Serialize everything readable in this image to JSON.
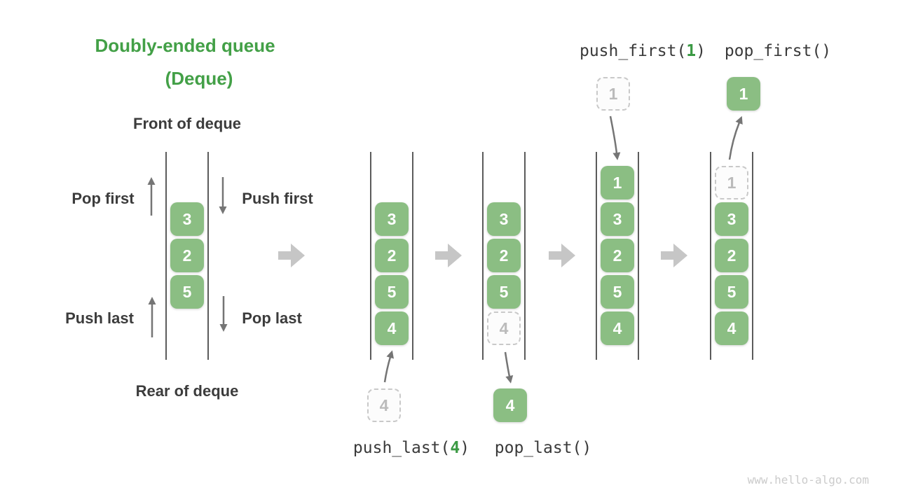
{
  "title": {
    "line1": "Doubly-ended queue",
    "line2": "(Deque)"
  },
  "side_labels": {
    "front": "Front of deque",
    "rear": "Rear of deque"
  },
  "op_labels": {
    "pop_first": "Pop first",
    "push_first": "Push first",
    "push_last": "Push last",
    "pop_last": "Pop last"
  },
  "code_labels": {
    "push_last": {
      "pre": "push_last(",
      "arg": "4",
      "post": ")"
    },
    "pop_last": {
      "pre": "pop_last()",
      "arg": "",
      "post": ""
    },
    "push_first": {
      "pre": "push_first(",
      "arg": "1",
      "post": ")"
    },
    "pop_first": {
      "pre": "pop_first()",
      "arg": "",
      "post": ""
    }
  },
  "queues": {
    "left": {
      "cells": [
        "3",
        "2",
        "5"
      ]
    },
    "after_push_last": {
      "cells": [
        "3",
        "2",
        "5",
        "4"
      ],
      "incoming_ghost": "4"
    },
    "during_pop_last": {
      "cells": [
        "3",
        "2",
        "5"
      ],
      "queue_ghost": "4",
      "popped_out": "4"
    },
    "after_push_first": {
      "cells": [
        "1",
        "3",
        "2",
        "5",
        "4"
      ],
      "incoming_ghost": "1"
    },
    "during_pop_first": {
      "cells": [
        "3",
        "2",
        "5",
        "4"
      ],
      "queue_ghost": "1",
      "popped_out": "1"
    }
  },
  "icons": {
    "up_arrow": "up-arrow",
    "down_arrow": "down-arrow",
    "right_block_arrow": "right-block-arrow",
    "curved_flow_arrow": "curved-flow-arrow"
  },
  "colors": {
    "title_green": "#43A047",
    "box_green": "#8BBE83",
    "code_arg_green": "#3B9A44",
    "text_dark": "#3C3C3C",
    "ghost_border": "#C9C9C9",
    "ghost_text": "#BBBBBB",
    "wall_gray": "#5B5B5B",
    "arrow_gray": "#757575",
    "block_arrow_gray": "#C6C6C6",
    "watermark_gray": "#CBCBCB"
  },
  "watermark": "www.hello-algo.com"
}
